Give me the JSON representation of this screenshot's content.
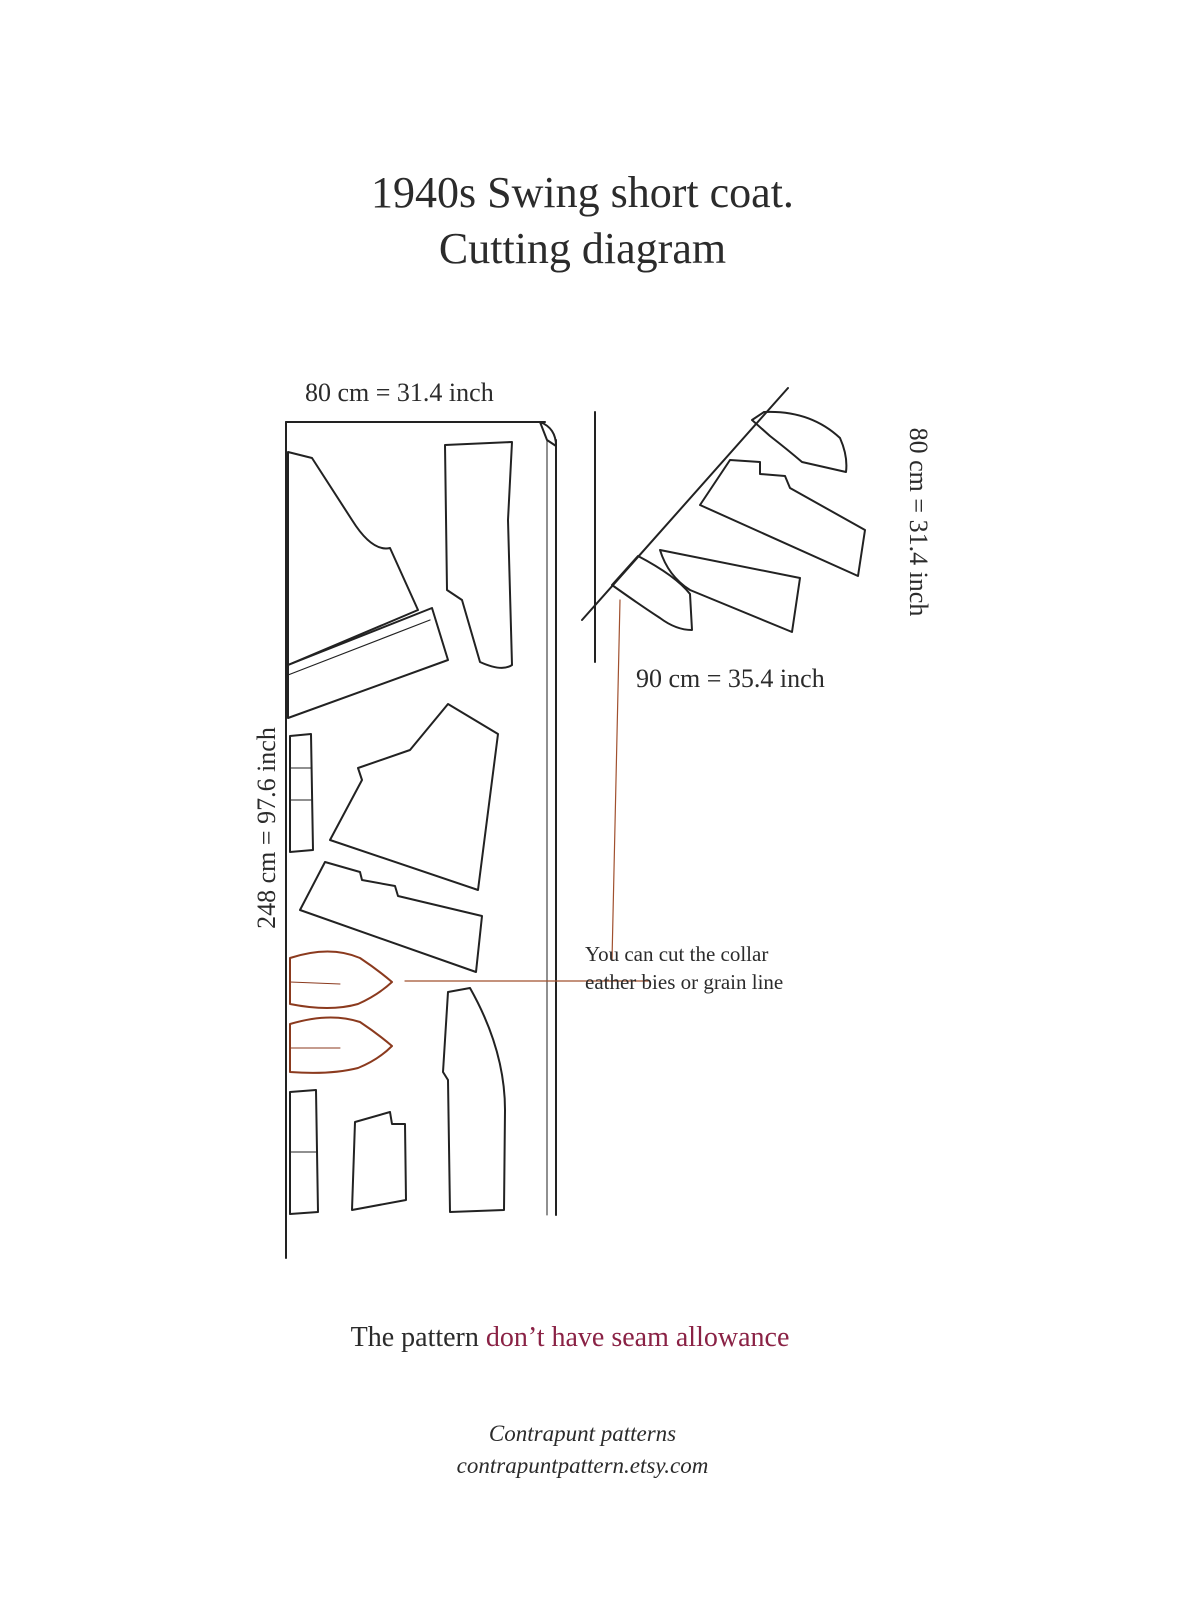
{
  "title": {
    "line1": "1940s Swing short coat.",
    "line2": "Cutting diagram"
  },
  "dimensions": {
    "top_width": "80 cm = 31.4 inch",
    "left_length": "248 cm = 97.6 inch",
    "right_width": "80 cm = 31.4 inch",
    "middle_width": "90 cm = 35.4 inch"
  },
  "note": {
    "line1": "You can cut the collar",
    "line2": "eather bies or grain line"
  },
  "footer": {
    "prefix": "The pattern ",
    "highlight": "don’t have seam allowance"
  },
  "credit": {
    "name": "Contrapunt patterns",
    "url": "contrapuntpattern.etsy.com"
  },
  "colors": {
    "line": "#222222",
    "collar": "#8b3a1e",
    "accent": "#8a2245"
  }
}
